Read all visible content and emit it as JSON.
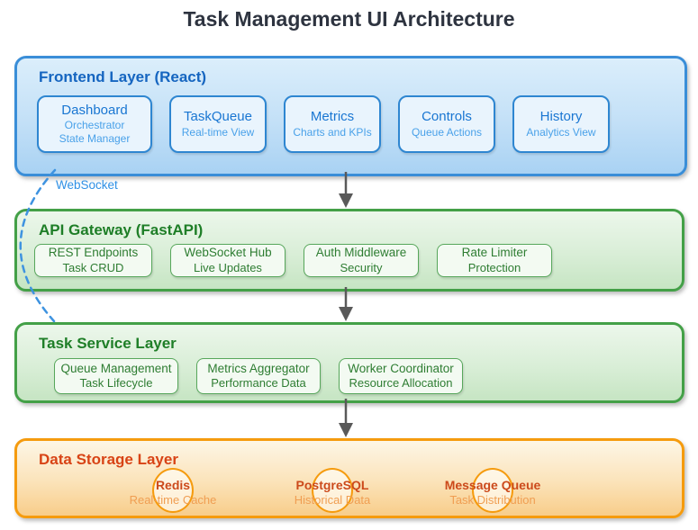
{
  "title": "Task Management UI Architecture",
  "connector": {
    "websocket_label": "WebSocket"
  },
  "frontend": {
    "title": "Frontend Layer (React)",
    "components": [
      {
        "title": "Dashboard",
        "subtitle": "Orchestrator\nState Manager"
      },
      {
        "title": "TaskQueue",
        "subtitle": "Real-time View"
      },
      {
        "title": "Metrics",
        "subtitle": "Charts and KPIs"
      },
      {
        "title": "Controls",
        "subtitle": "Queue Actions"
      },
      {
        "title": "History",
        "subtitle": "Analytics View"
      }
    ]
  },
  "api": {
    "title": "API Gateway (FastAPI)",
    "components": [
      {
        "title": "REST Endpoints",
        "subtitle": "Task CRUD"
      },
      {
        "title": "WebSocket Hub",
        "subtitle": "Live Updates"
      },
      {
        "title": "Auth Middleware",
        "subtitle": "Security"
      },
      {
        "title": "Rate Limiter",
        "subtitle": "Protection"
      }
    ]
  },
  "service": {
    "title": "Task Service Layer",
    "components": [
      {
        "title": "Queue Management",
        "subtitle": "Task Lifecycle"
      },
      {
        "title": "Metrics Aggregator",
        "subtitle": "Performance Data"
      },
      {
        "title": "Worker Coordinator",
        "subtitle": "Resource Allocation"
      }
    ]
  },
  "storage": {
    "title": "Data Storage Layer",
    "items": [
      {
        "title": "Redis",
        "subtitle": "Real-time Cache"
      },
      {
        "title": "PostgreSQL",
        "subtitle": "Historical Data"
      },
      {
        "title": "Message Queue",
        "subtitle": "Task Distribution"
      }
    ]
  },
  "colors": {
    "frontend_border": "#3a8ed8",
    "frontend_title": "#1565c0",
    "green_border": "#43a047",
    "green_title": "#1e7e27",
    "orange_border": "#f59b0e",
    "orange_title": "#d84315",
    "arrow": "#595959",
    "websocket_line": "#3e93e0"
  }
}
